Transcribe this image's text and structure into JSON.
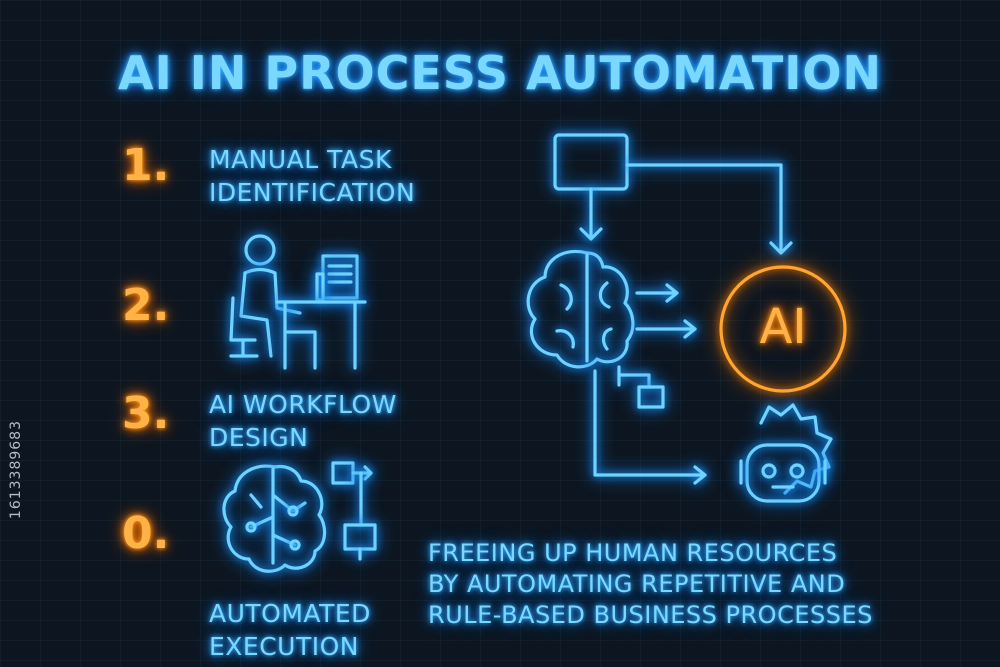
{
  "title": "AI IN PROCESS AUTOMATION",
  "steps": [
    {
      "number": "1.",
      "line1": "MANUAL TASK",
      "line2": "IDENTIFICATION"
    },
    {
      "number": "2.",
      "line1": "",
      "line2": ""
    },
    {
      "number": "3.",
      "line1": "AI WORKFLOW",
      "line2": "DESIGN"
    },
    {
      "number": "0.",
      "line1": "AUTOMATED",
      "line2": "EXECUTION"
    }
  ],
  "diagram": {
    "ai_label": "AI"
  },
  "footer": {
    "line1": "FREEING UP HUMAN RESOURCES",
    "line2": "BY AUTOMATING REPETITIVE AND",
    "line3": "RULE-BASED BUSINESS PROCESSES"
  },
  "watermark": "1613389683",
  "colors": {
    "neon_blue": "#6fd3ff",
    "neon_orange": "#ffa532",
    "background": "#0d1620"
  }
}
